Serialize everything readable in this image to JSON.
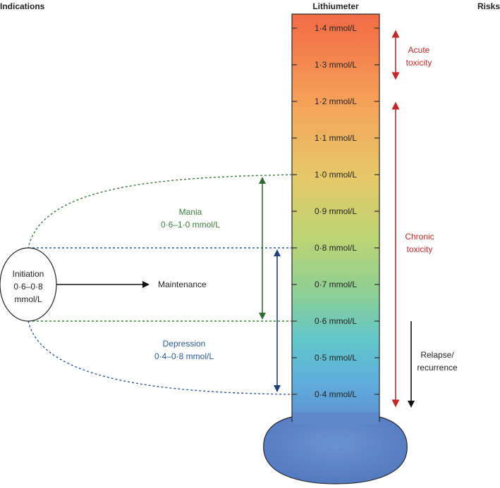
{
  "headers": {
    "left": "Indications",
    "center": "Lithiumeter",
    "right": "Risks"
  },
  "levels": [
    "1·4 mmol/L",
    "1·3 mmol/L",
    "1·2 mmol/L",
    "1·1 mmol/L",
    "1·0 mmol/L",
    "0·9 mmol/L",
    "0·8 mmol/L",
    "0·7 mmol/L",
    "0·6 mmol/L",
    "0·5 mmol/L",
    "0·4 mmol/L"
  ],
  "initiation": {
    "line1": "Initiation",
    "line2": "0·6–0·8",
    "line3": "mmol/L"
  },
  "maintenance": "Maintenance",
  "mania": {
    "line1": "Mania",
    "line2": "0·6–1·0 mmol/L"
  },
  "depression": {
    "line1": "Depression",
    "line2": "0·4–0·8 mmol/L"
  },
  "risks": {
    "acute": {
      "line1": "Acute",
      "line2": "toxicity"
    },
    "chronic": {
      "line1": "Chronic",
      "line2": "toxicity"
    },
    "relapse": {
      "line1": "Relapse/",
      "line2": "recurrence"
    }
  },
  "colors": {
    "green": "#3a7d3a",
    "blue": "#1f3f75",
    "red": "#c0282a",
    "gradient_top": "#f26b46",
    "gradient_mid": "#9fd07a",
    "gradient_low": "#5bc4e0",
    "bulb": "#5d82c8"
  }
}
